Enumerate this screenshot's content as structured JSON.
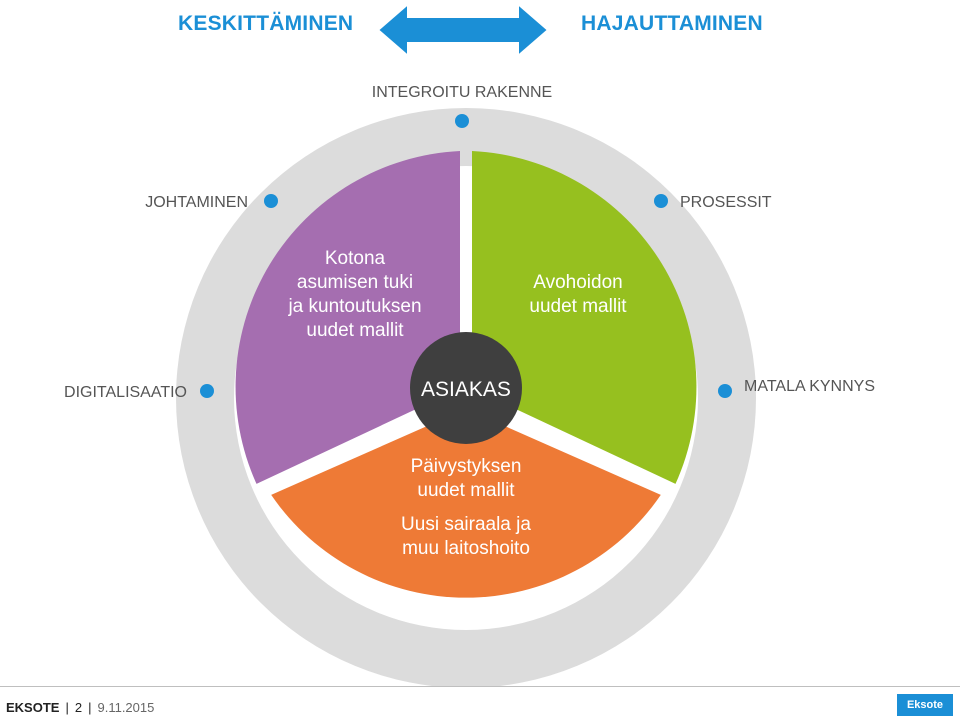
{
  "header": {
    "left_label": "KESKITTÄMINEN",
    "right_label": "HAJAUTTAMINEN"
  },
  "diagram": {
    "outer_labels": {
      "top": "INTEGROITU RAKENNE",
      "upper_left": "JOHTAMINEN",
      "upper_right": "PROSESSIT",
      "left": "DIGITALISAATIO",
      "right": "MATALA KYNNYS"
    },
    "center": "ASIAKAS",
    "segments": {
      "purple": [
        "Kotona",
        "asumisen tuki",
        "ja kuntoutuksen",
        "uudet mallit"
      ],
      "green": [
        "Avohoidon",
        "uudet mallit"
      ],
      "orange_a": [
        "Päivystyksen",
        "uudet mallit"
      ],
      "orange_b": [
        "Uusi sairaala ja",
        "muu laitoshoito"
      ]
    },
    "colors": {
      "purple": "#a56eb0",
      "green": "#96c01f",
      "orange": "#ee7a36",
      "center": "#3f3f3f",
      "ring": "#dcdcdc",
      "dot": "#1b8fd6",
      "arrow": "#1b8fd6"
    }
  },
  "footer": {
    "org": "EKSOTE",
    "page": "2",
    "date": "9.11.2015",
    "logo": "Eksote"
  }
}
